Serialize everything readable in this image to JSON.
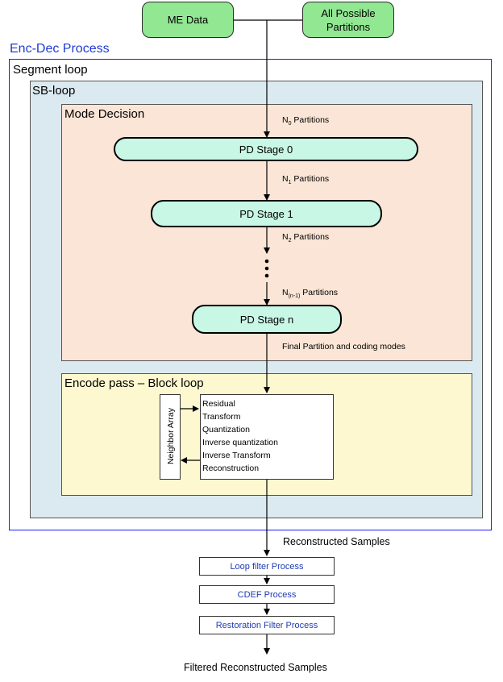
{
  "inputs": {
    "me_data": "ME Data",
    "all_partitions_line1": "All Possible",
    "all_partitions_line2": "Partitions"
  },
  "regions": {
    "enc_dec": "Enc-Dec Process",
    "segment_loop": "Segment loop",
    "sb_loop": "SB-loop",
    "mode_decision": "Mode Decision",
    "encode_pass": "Encode pass – Block loop"
  },
  "stages": {
    "stage0": "PD Stage 0",
    "stage1": "PD Stage 1",
    "stagen": "PD Stage n"
  },
  "partition_labels": {
    "n": "N",
    "partitions": " Partitions",
    "sub0": "0",
    "sub1": "1",
    "sub2": "2",
    "subn1": "(n-1)",
    "final": "Final Partition and coding modes"
  },
  "encode_block": {
    "neighbor_array": "Neighbor Array",
    "steps": [
      "Residual",
      "Transform",
      "Quantization",
      "Inverse quantization",
      "Inverse Transform",
      "Reconstruction"
    ]
  },
  "post": {
    "reconstructed": "Reconstructed Samples",
    "loop_filter": "Loop filter Process",
    "cdef": "CDEF Process",
    "restoration": "Restoration Filter Process",
    "filtered": "Filtered Reconstructed Samples"
  },
  "colors": {
    "enc_dec_border": "#1a1aff",
    "enc_dec_title": "#1f3bd6",
    "sb_loop_fill": "#dbeaf0",
    "mode_decision_fill": "#fbe5d6",
    "encode_pass_fill": "#fdf8cf",
    "input_fill": "#92e792",
    "stage_fill": "#c9f7e6",
    "process_text": "#1f3bb4"
  }
}
